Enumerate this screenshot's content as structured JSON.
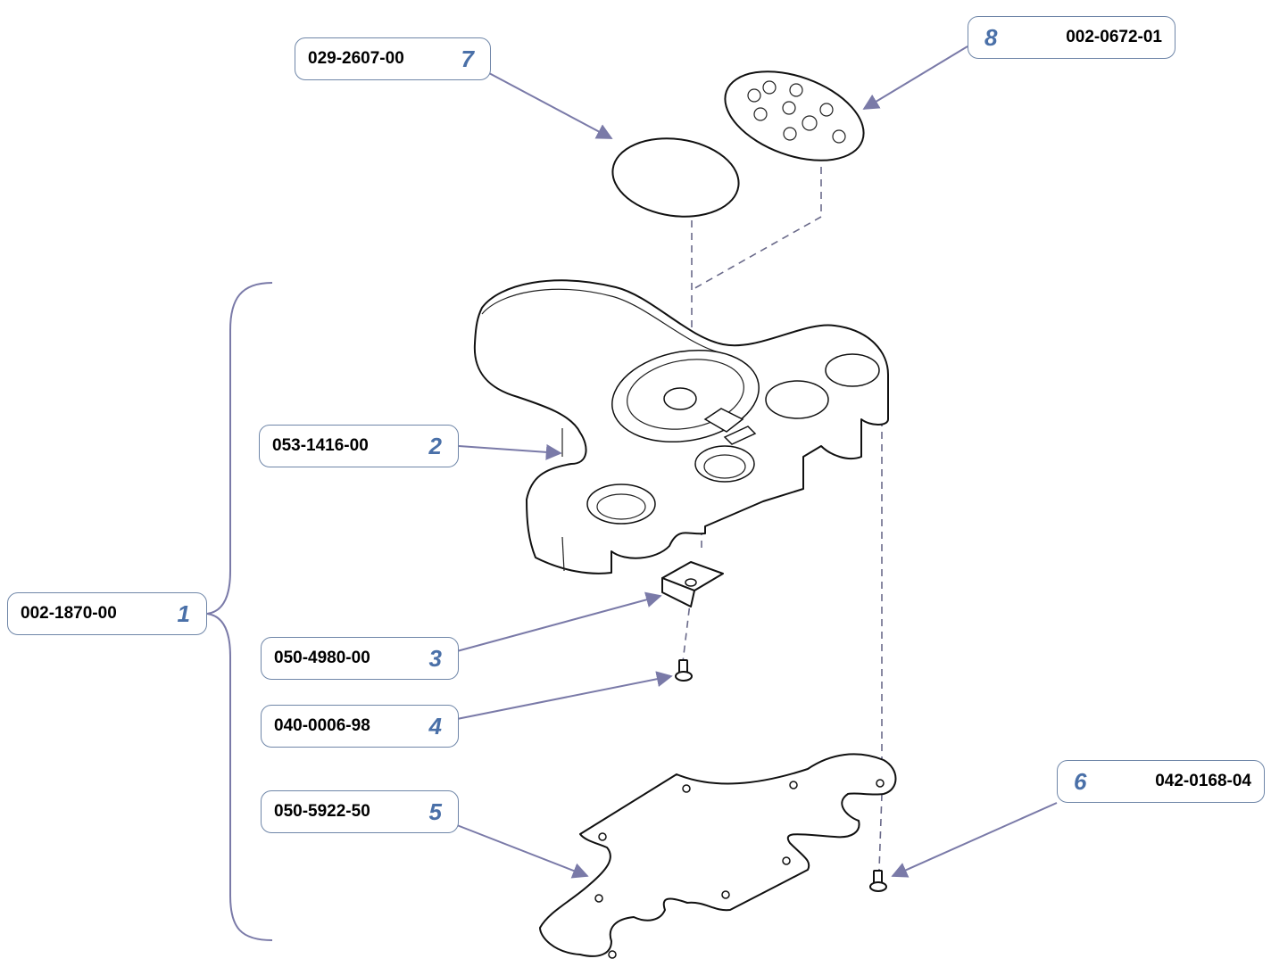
{
  "callouts": [
    {
      "item": "7",
      "part_number": "029-2607-00"
    },
    {
      "item": "8",
      "part_number": "002-0672-01"
    },
    {
      "item": "2",
      "part_number": "053-1416-00"
    },
    {
      "item": "1",
      "part_number": "002-1870-00"
    },
    {
      "item": "3",
      "part_number": "050-4980-00"
    },
    {
      "item": "4",
      "part_number": "040-0006-98"
    },
    {
      "item": "5",
      "part_number": "050-5922-50"
    },
    {
      "item": "6",
      "part_number": "042-0168-04"
    }
  ],
  "colors": {
    "callout_border": "#6f86a8",
    "item_number": "#4a70a8",
    "leader_line": "#7a7aa8",
    "part_number_text": "#000000"
  }
}
